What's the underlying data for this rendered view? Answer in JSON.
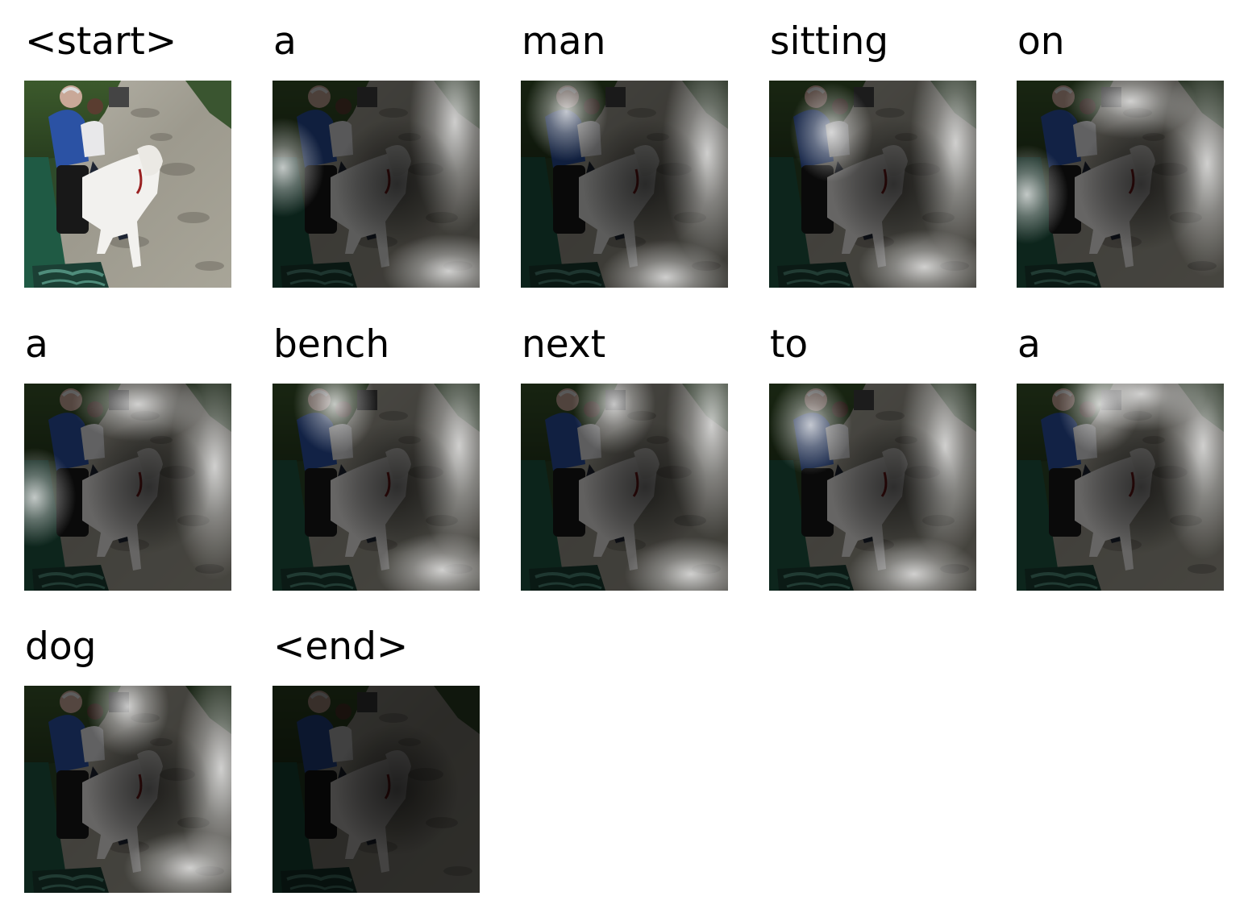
{
  "figure": {
    "steps": [
      {
        "word": "<start>",
        "attention": null
      },
      {
        "word": "a",
        "attention": {
          "spot": [
            0.05,
            0.42
          ],
          "glow": [
            0.88,
            0.2
          ],
          "bright": [
            0.85,
            0.92
          ],
          "darkness": 0.62
        }
      },
      {
        "word": "man",
        "attention": {
          "spot": [
            0.22,
            0.15
          ],
          "glow": [
            0.9,
            0.35
          ],
          "bright": [
            0.7,
            0.95
          ],
          "darkness": 0.62
        }
      },
      {
        "word": "sitting",
        "attention": {
          "spot": [
            0.3,
            0.25
          ],
          "glow": [
            0.9,
            0.3
          ],
          "bright": [
            0.75,
            0.9
          ],
          "darkness": 0.58
        }
      },
      {
        "word": "on",
        "attention": {
          "spot": [
            0.05,
            0.55
          ],
          "glow": [
            0.92,
            0.4
          ],
          "bright": [
            0.55,
            0.1
          ],
          "darkness": 0.58
        }
      },
      {
        "word": "a",
        "attention": {
          "spot": [
            0.05,
            0.55
          ],
          "glow": [
            0.92,
            0.4
          ],
          "bright": [
            0.55,
            0.1
          ],
          "darkness": 0.58
        }
      },
      {
        "word": "bench",
        "attention": {
          "spot": [
            0.3,
            0.1
          ],
          "glow": [
            0.9,
            0.3
          ],
          "bright": [
            0.82,
            0.9
          ],
          "darkness": 0.58
        }
      },
      {
        "word": "next",
        "attention": {
          "spot": [
            0.45,
            0.1
          ],
          "glow": [
            0.92,
            0.2
          ],
          "bright": [
            0.82,
            0.92
          ],
          "darkness": 0.6
        }
      },
      {
        "word": "to",
        "attention": {
          "spot": [
            0.2,
            0.2
          ],
          "glow": [
            0.85,
            0.3
          ],
          "bright": [
            0.7,
            0.92
          ],
          "darkness": 0.58
        }
      },
      {
        "word": "a",
        "attention": {
          "spot": [
            0.4,
            0.1
          ],
          "glow": [
            0.9,
            0.3
          ],
          "bright": [
            0.6,
            0.05
          ],
          "darkness": 0.58
        }
      },
      {
        "word": "dog",
        "attention": {
          "spot": [
            0.5,
            0.1
          ],
          "glow": [
            0.95,
            0.4
          ],
          "bright": [
            0.8,
            0.88
          ],
          "darkness": 0.58
        }
      },
      {
        "word": "<end>",
        "attention": {
          "spot": null,
          "glow": null,
          "bright": null,
          "darkness": 0.72
        }
      }
    ]
  }
}
